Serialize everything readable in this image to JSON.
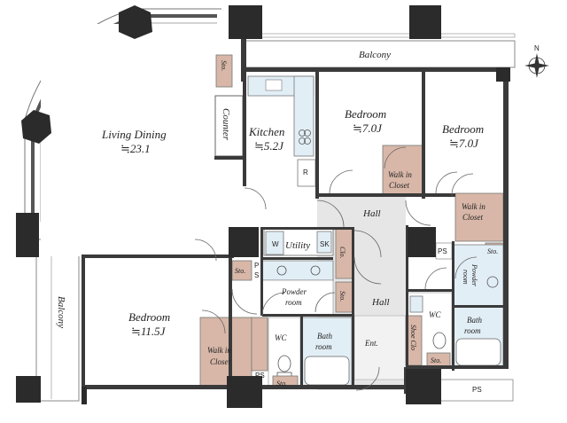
{
  "rooms": {
    "living_dining": {
      "name": "Living Dining",
      "size": "≒23.1"
    },
    "kitchen": {
      "name": "Kitchen",
      "size": "≒5.2J"
    },
    "bedroom_a": {
      "name": "Bedroom",
      "size": "≒7.0J"
    },
    "bedroom_b": {
      "name": "Bedroom",
      "size": "≒7.0J"
    },
    "bedroom_main": {
      "name": "Bedroom",
      "size": "≒11.5J"
    }
  },
  "labels": {
    "balcony_top": "Balcony",
    "balcony_left": "Balcony",
    "counter": "Counter",
    "sto_kitchen": "Sto.",
    "sto_mid": "Sto.",
    "sto_hall": "Sto.",
    "sto_right": "Sto.",
    "sto_wc_left": "Sto.",
    "sto_wc_right": "Sto.",
    "walk_in_1": "Walk in",
    "closet_1": "Closet",
    "walk_in_2": "Walk in",
    "closet_2": "Closet",
    "walk_in_3": "Walk in",
    "closet_3": "Closet",
    "hall_upper": "Hall",
    "hall_lower": "Hall",
    "utility": "Utility",
    "w": "W",
    "sk": "SK",
    "clo": "Clo.",
    "ps_mid_p": "P",
    "ps_mid_s": "S",
    "powder_room_1a": "Powder",
    "powder_room_1b": "room",
    "powder_room_2a": "Powder",
    "powder_room_2b": "room",
    "wc_left": "WC",
    "wc_right": "WC",
    "bath_left_1": "Bath",
    "bath_left_2": "room",
    "bath_right_1": "Bath",
    "bath_right_2": "room",
    "ent": "Ent.",
    "shoe_clo": "Shoe Clo",
    "ps_right": "PS",
    "ps_wc": "PS",
    "ps_bottom": "PS",
    "r": "R",
    "compass_n": "N"
  }
}
